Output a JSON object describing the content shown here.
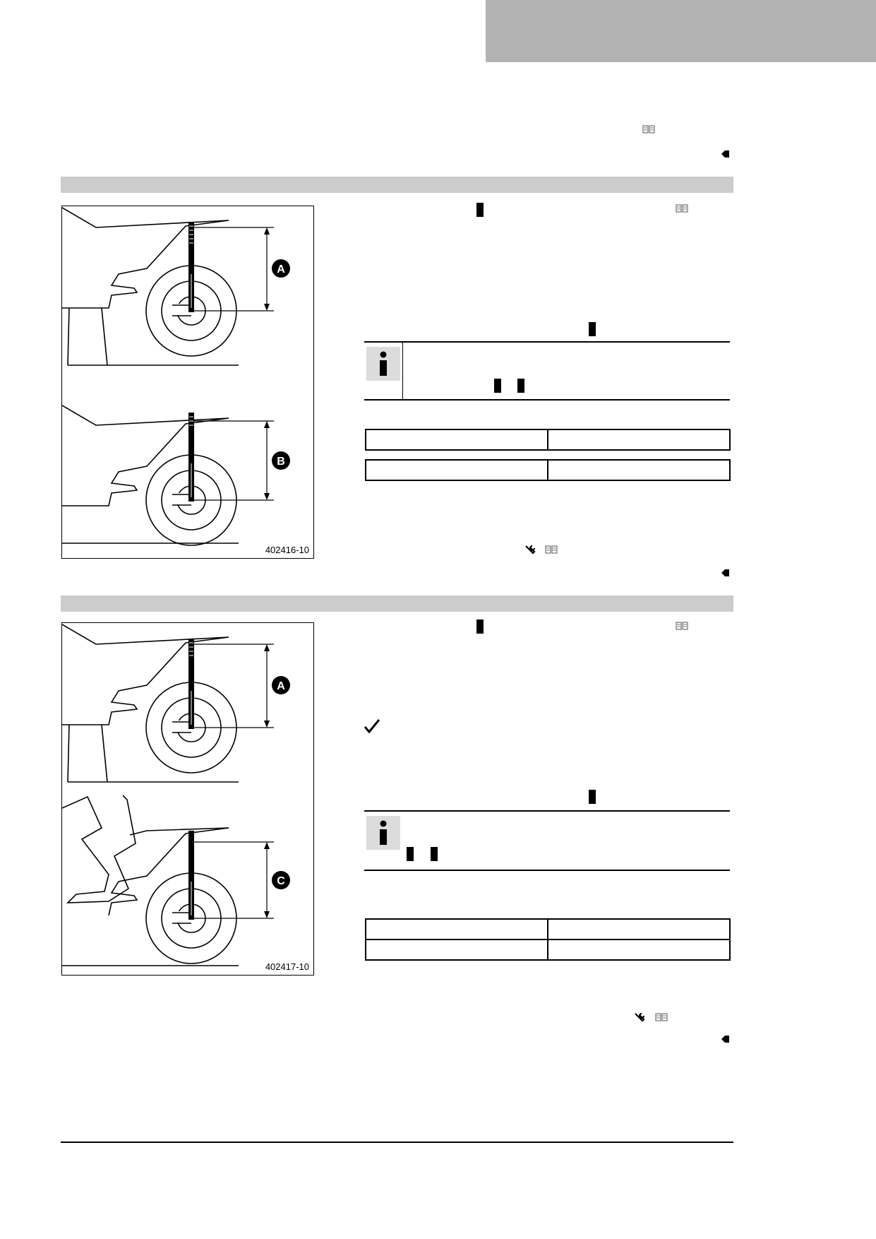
{
  "figures": {
    "top": {
      "label": "402416-10",
      "markers": [
        "A",
        "B"
      ]
    },
    "bottom": {
      "label": "402417-10",
      "markers": [
        "A",
        "C"
      ]
    }
  },
  "icons": {
    "book": "manual-reference-icon",
    "end": "section-end-icon",
    "wrench": "wrench-icon",
    "check": "checkmark-icon",
    "info": "info-icon"
  },
  "colors": {
    "header": "#b3b3b3",
    "section_bar": "#cccccc",
    "info_bg": "#dcdcdc"
  }
}
